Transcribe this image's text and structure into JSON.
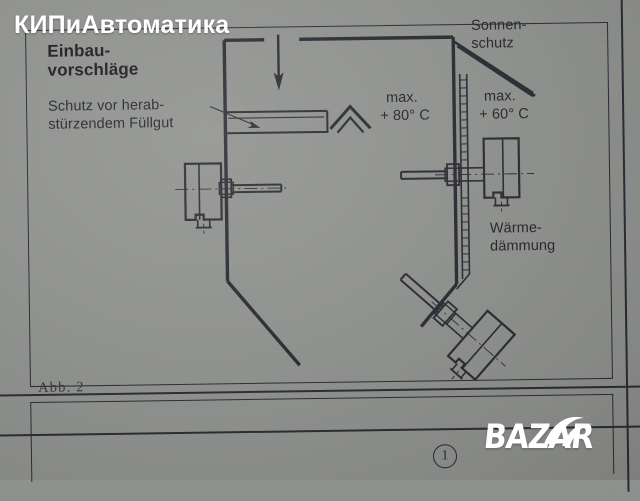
{
  "watermarks": {
    "top_left": "КИПиАвтоматика",
    "bottom_right": "BAZAR"
  },
  "document": {
    "figure": {
      "title": "Einbau-\nvorschläge",
      "caption": "Abb. 2",
      "page_number": "1"
    },
    "labels": {
      "falling_material_protection": "Schutz vor herab-\nstürzendem Füllgut",
      "sun_protection": "Sonnen-\nschutz",
      "max_temp_inside_label": "max.",
      "max_temp_inside_value": "+ 80° C",
      "max_temp_outside_label": "max.",
      "max_temp_outside_value": "+ 60° C",
      "thermal_insulation": "Wärme-\ndämmung"
    }
  },
  "colors": {
    "paper": "#8f918e",
    "ink": "#2b2b33",
    "background": "#8e908d",
    "watermark": "#ffffff"
  },
  "diagram": {
    "type": "technical-cross-section",
    "subject": "silo with level sensors",
    "elements": [
      "silo-outline",
      "fill-arrow",
      "deflector-plate",
      "deflector-chevron",
      "left-level-sensor",
      "right-level-sensor",
      "diagonal-level-sensor",
      "sun-shield",
      "insulation-hatching"
    ]
  }
}
